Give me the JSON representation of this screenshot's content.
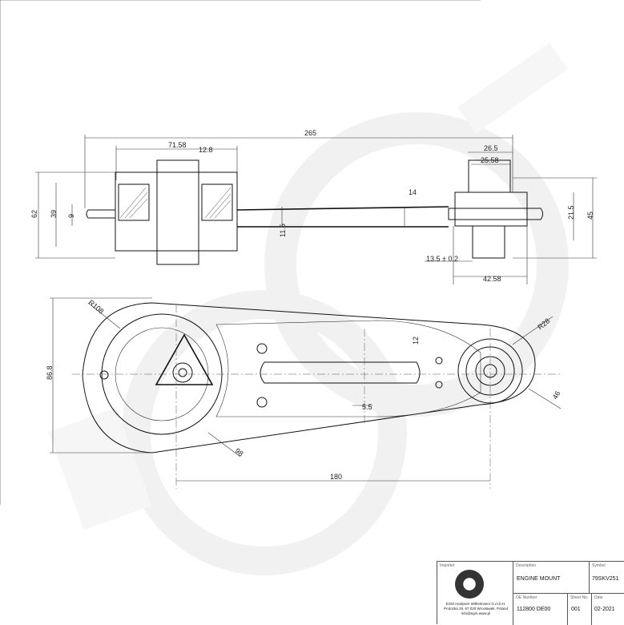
{
  "dimensions": {
    "overall_length": "265",
    "d1": "71.58",
    "d2": "12.8",
    "d3": "26.5",
    "d4": "25.58",
    "d5": "62",
    "d6": "39",
    "d7": "9",
    "d8": "11.5",
    "d9": "14",
    "d10": "21.5",
    "d11": "45",
    "d12": "13.5 ± 0.2",
    "d13": "42.58",
    "d14": "86.8",
    "d15": "R108",
    "d16": "R28",
    "d17": "98",
    "d18": "5.5",
    "d19": "180",
    "d20": "12",
    "d21": "46"
  },
  "title_block": {
    "importer_label": "Importer",
    "importer_text": "EGM Analysen Wilhelmsen/ G.m.b.H. Protozka 29, 67 020 Wrocławek, Poland info@egm-www.pl",
    "description_label": "Description",
    "description_value": "ENGINE MOUNT",
    "symbol_label": "Symbol",
    "symbol_value": "79SKV251",
    "oe_number_label": "OE Number",
    "oe_number_value": "112800 DE00",
    "sheet_label": "Sheet No.",
    "sheet_value": "001",
    "date_label": "Date",
    "date_value": "02-2021"
  }
}
